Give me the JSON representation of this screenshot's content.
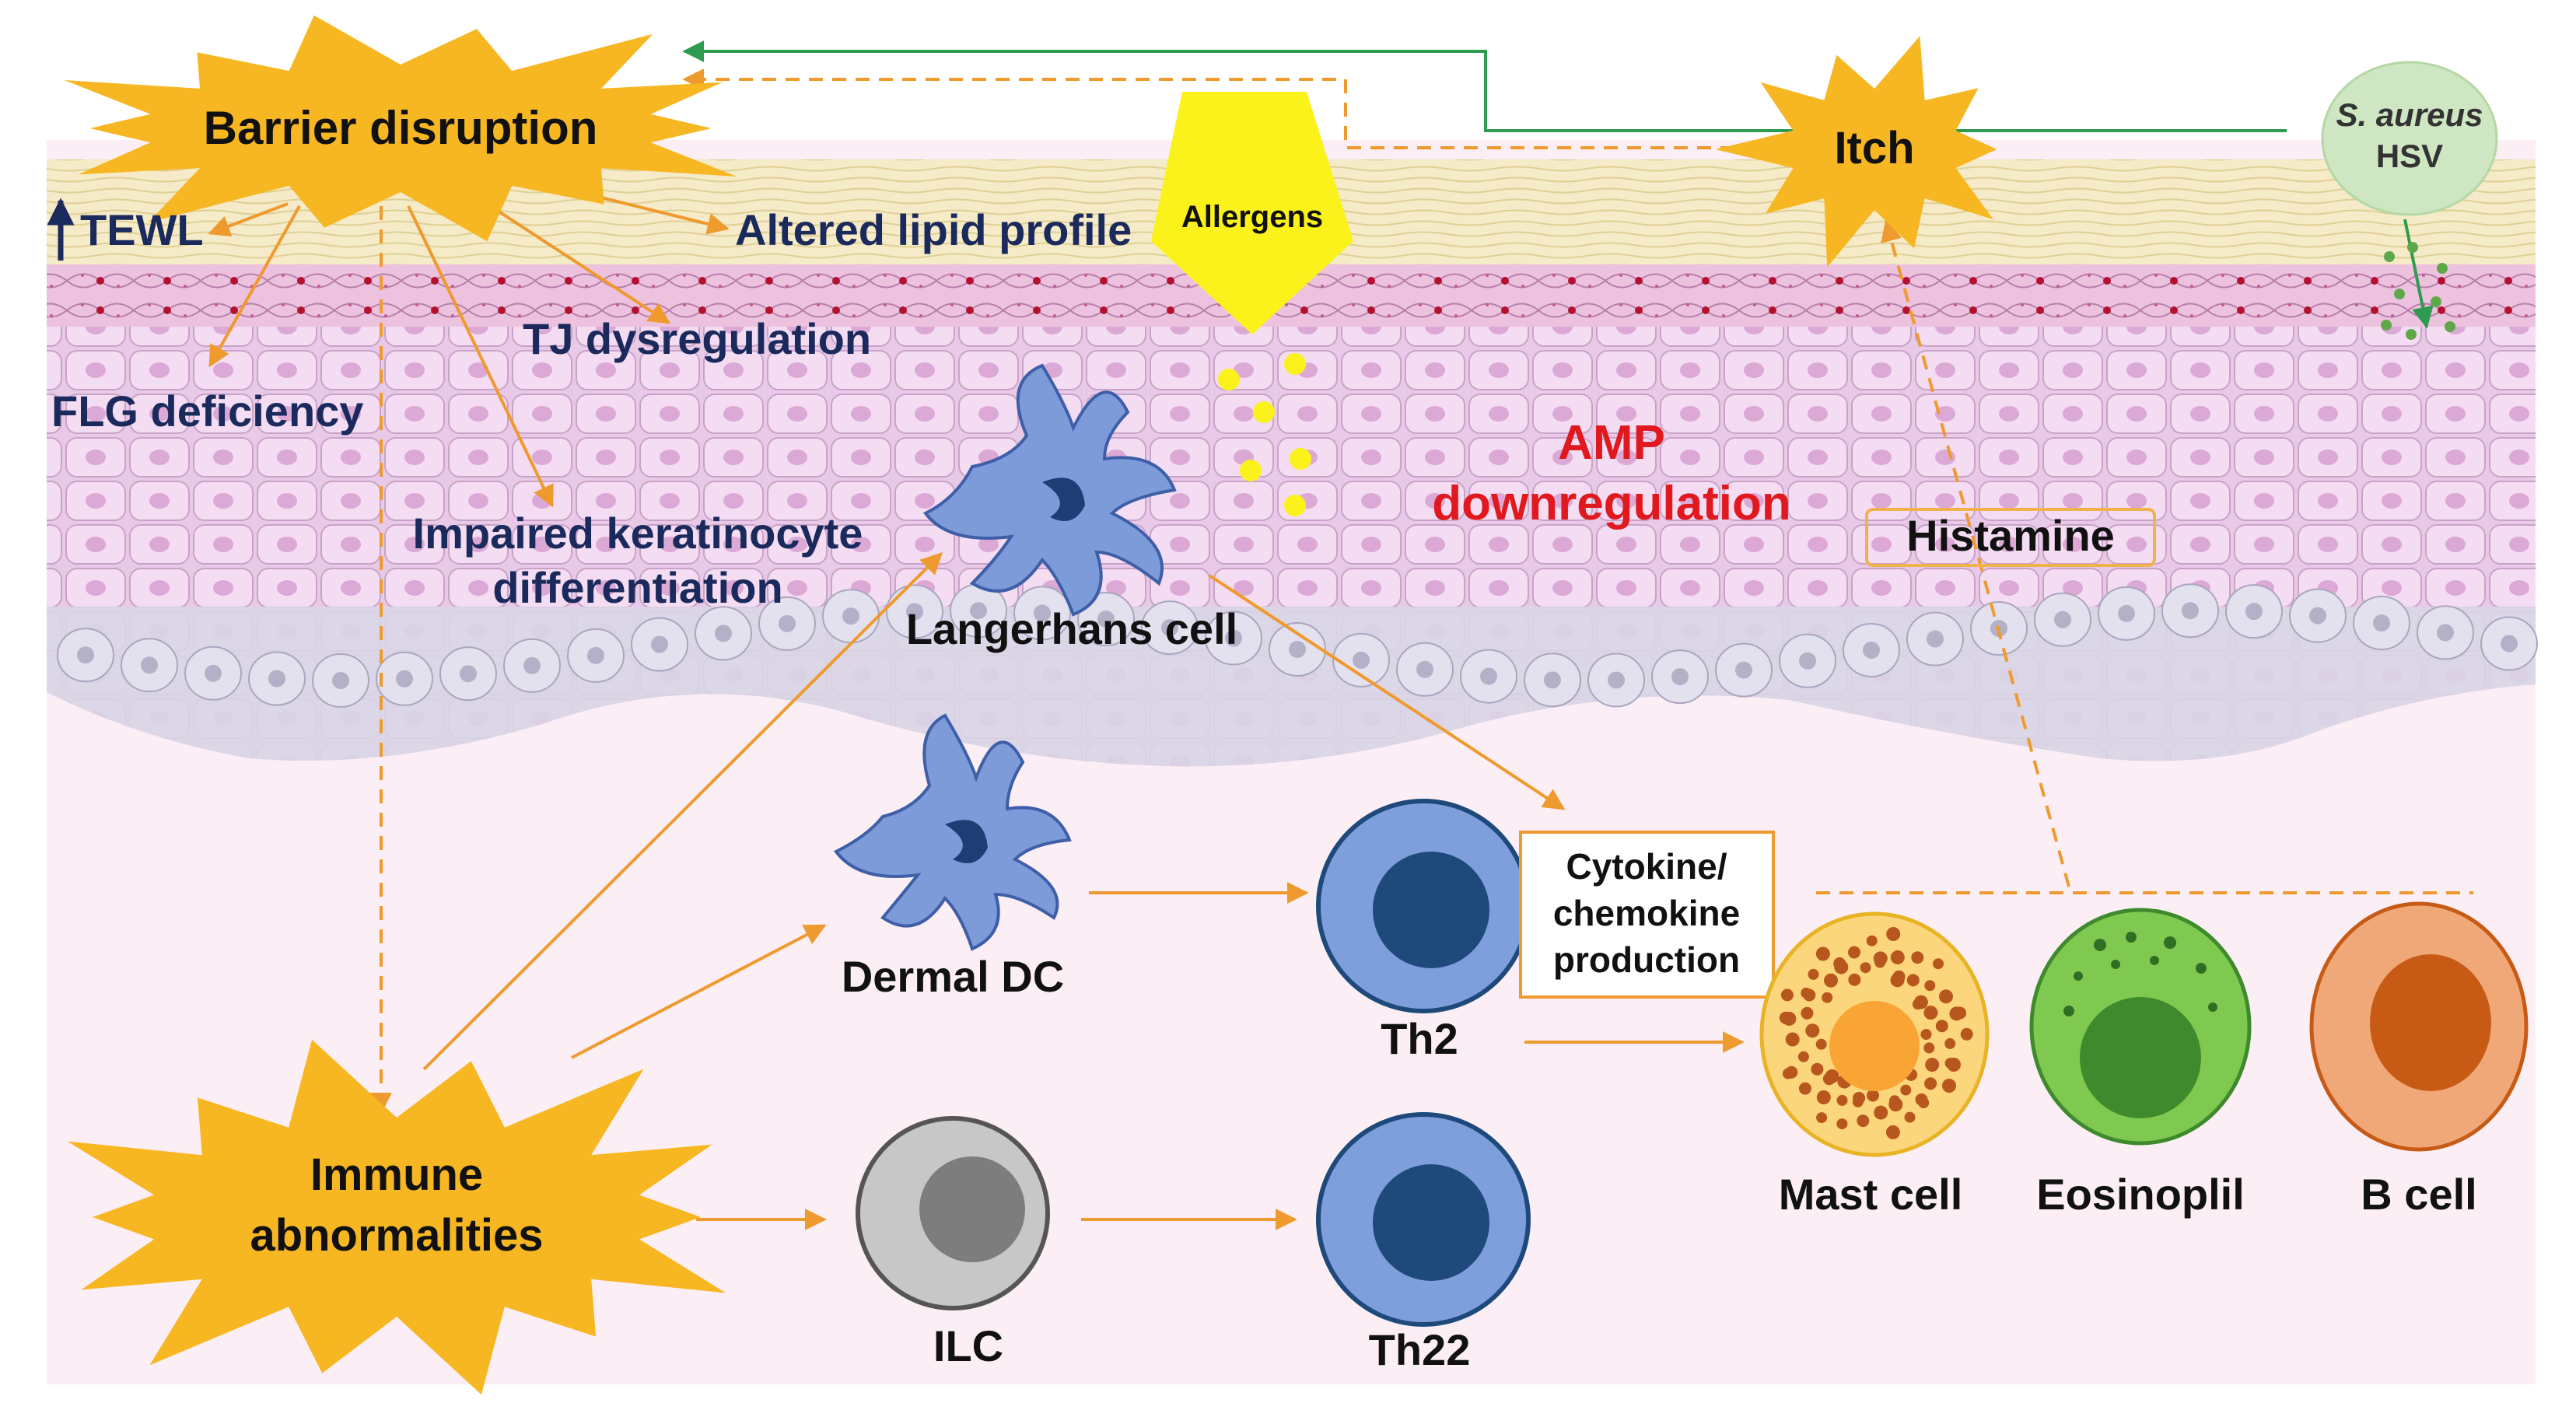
{
  "labels": {
    "barrier_disruption": "Barrier disruption",
    "tewl": "TEWL",
    "altered_lipid_profile": "Altered lipid profile",
    "allergens": "Allergens",
    "itch": "Itch",
    "pathogens_line1": "S. aureus",
    "pathogens_line2": "HSV",
    "tj_dysregulation": "TJ dysregulation",
    "flg_deficiency": "FLG deficiency",
    "impaired_line1": "Impaired keratinocyte",
    "impaired_line2": "differentiation",
    "langerhans_cell": "Langerhans cell",
    "amp_line1": "AMP",
    "amp_line2": "downregulation",
    "histamine": "Histamine",
    "dermal_dc": "Dermal DC",
    "cytokine_line1": "Cytokine/",
    "cytokine_line2": "chemokine",
    "cytokine_line3": "production",
    "th2": "Th2",
    "mast_cell": "Mast cell",
    "eosinophil": "Eosinoplil",
    "b_cell": "B cell",
    "immune_line1": "Immune",
    "immune_line2": "abnormalities",
    "ilc": "ILC",
    "th22": "Th22"
  },
  "colors": {
    "burst_fill": "#f7b722",
    "arrow_orange": "#ef9a2e",
    "arrow_green": "#2f9b50",
    "text_navy": "#1b2a5c",
    "text_red": "#e0191e",
    "allergen_yellow": "#fbf21c",
    "dc_blue": "#7d9bd9",
    "th_outer": "#7f9fdc",
    "th_inner": "#1e4a7b",
    "mast_outer": "#fcd67d",
    "mast_inner": "#f8a536",
    "eos_outer": "#7fc950",
    "eos_inner": "#3e8a2c",
    "bcell_outer": "#f0a878",
    "bcell_inner": "#c75b16",
    "ilc_outer": "#c7c7c7",
    "ilc_inner": "#7d7d7d",
    "pathogen_fill": "#cfe6c2"
  }
}
